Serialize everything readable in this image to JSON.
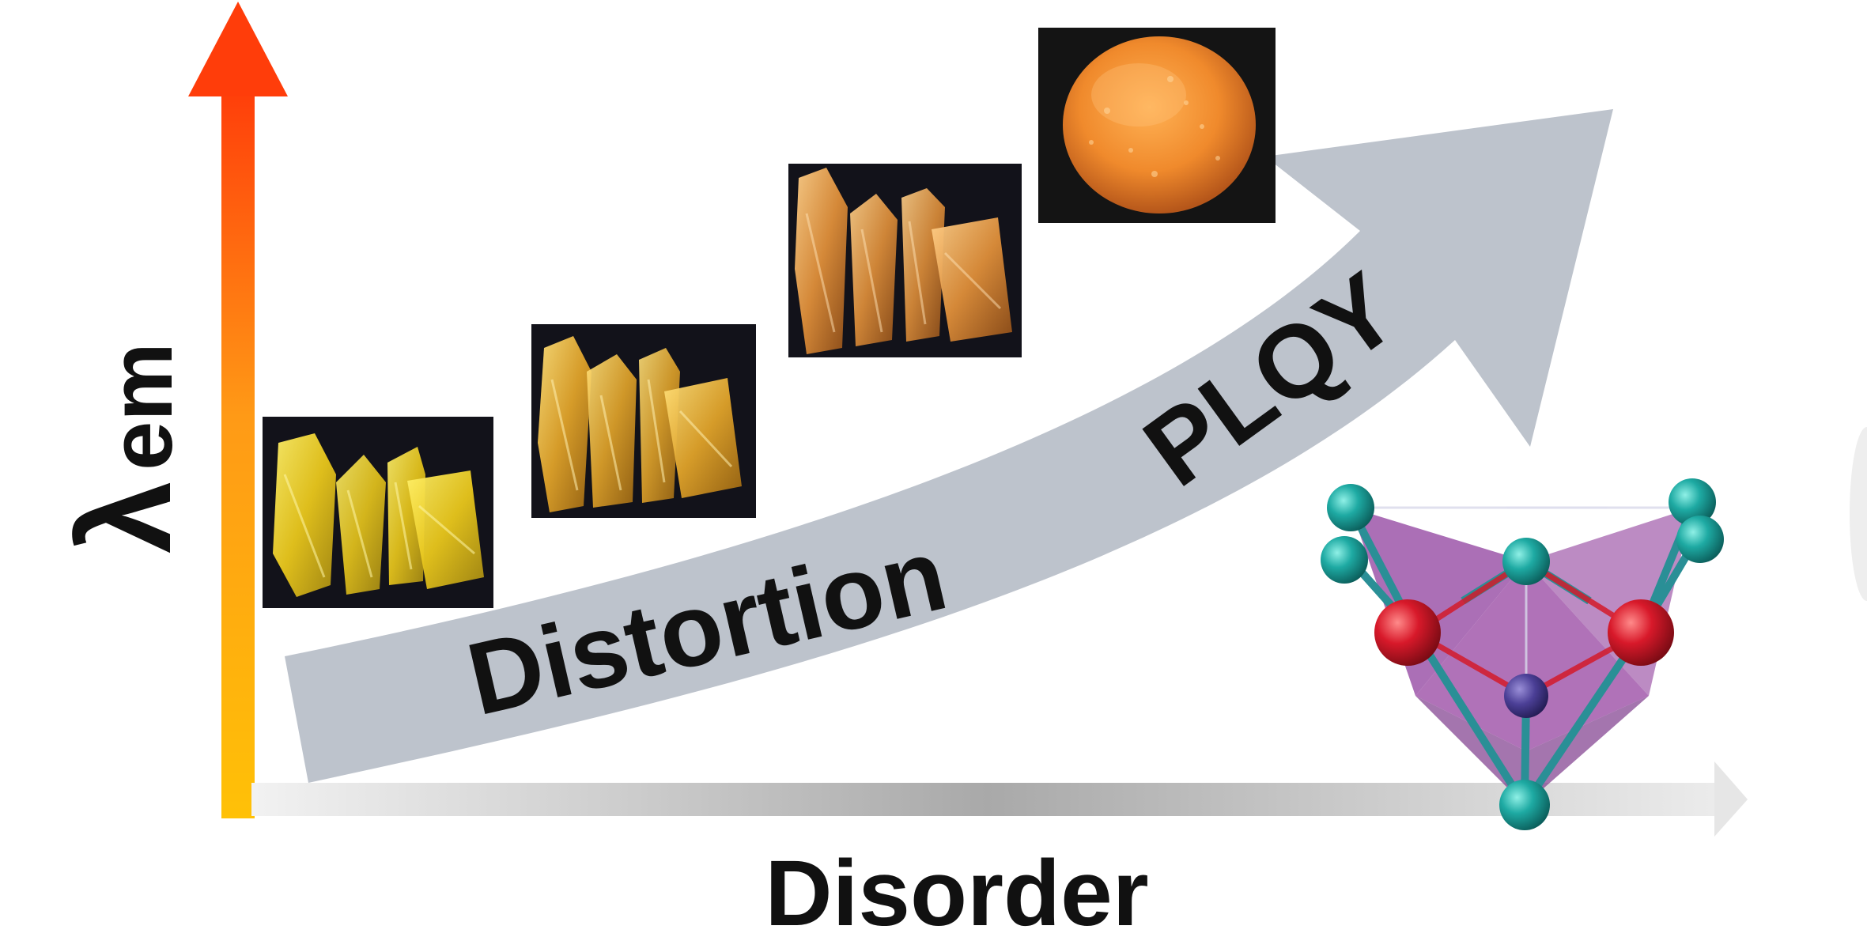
{
  "axes": {
    "y_symbol": "λ",
    "y_subscript": "em",
    "x_label": "Disorder"
  },
  "big_arrow": {
    "label_distortion": "Distortion",
    "label_plqy": "PLQY"
  },
  "crystal_photos": [
    {
      "id": "photo-1",
      "kind": "needles",
      "tint": "yellow"
    },
    {
      "id": "photo-2",
      "kind": "needles",
      "tint": "gold"
    },
    {
      "id": "photo-3",
      "kind": "needles",
      "tint": "orange-gold"
    },
    {
      "id": "photo-4",
      "kind": "disc",
      "tint": "orange"
    }
  ],
  "colors": {
    "y_axis_top": "#ff3d0a",
    "y_axis_bottom": "#ffc107",
    "x_axis": "#b5b5b5",
    "big_arrow": "#bcc2cc",
    "atom_teal": "#159a96",
    "atom_red": "#d41a2a",
    "polyhedron_fill": "#9c4fa6"
  },
  "structure": {
    "name": "distorted-polyhedron"
  }
}
